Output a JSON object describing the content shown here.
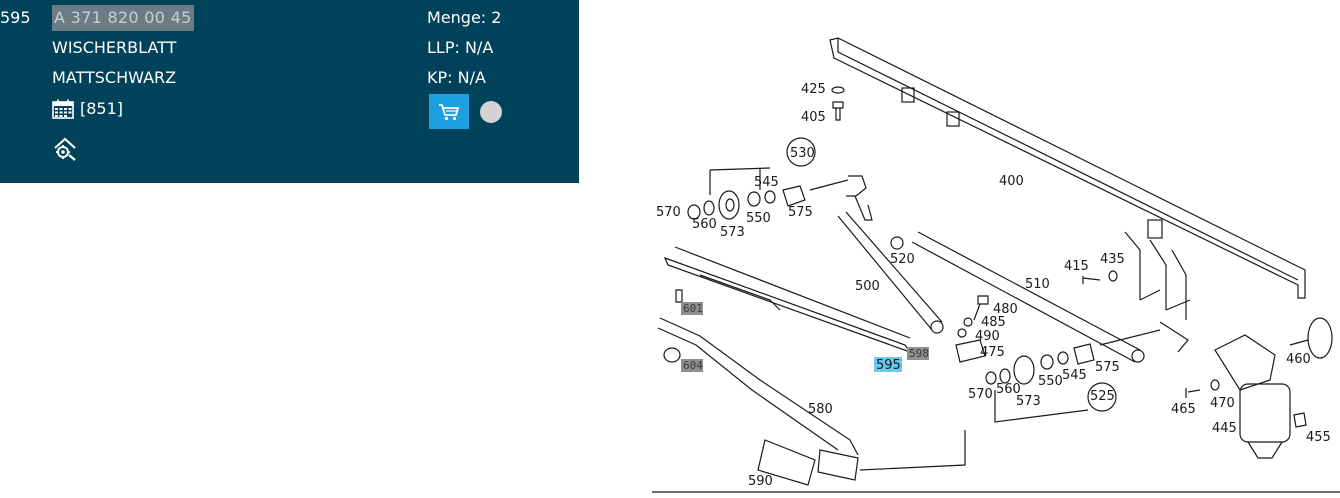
{
  "part": {
    "position": "595",
    "number": "A 371 820 00 45",
    "name": "WISCHERBLATT",
    "variant": "MATTSCHWARZ",
    "date_code": "[851]",
    "qty": "Menge: 2",
    "llp": "LLP: N/A",
    "kp": "KP: N/A"
  },
  "colors": {
    "panel": "#004259",
    "cart_button": "#1e9fe0",
    "highlight": "#69c8ef"
  },
  "icons": [
    "calendar-icon",
    "settings-gear-icon",
    "cart-icon",
    "status-dot-icon"
  ],
  "diagram": {
    "labels": {
      "l425": "425",
      "l405": "405",
      "l530": "530",
      "l545a": "545",
      "l400": "400",
      "l570a": "570",
      "l560a": "560",
      "l573a": "573",
      "l550a": "550",
      "l575a": "575",
      "l520": "520",
      "l500": "500",
      "l510": "510",
      "l415": "415",
      "l435": "435",
      "l480": "480",
      "l485": "485",
      "l490": "490",
      "l475": "475",
      "l575b": "575",
      "l460": "460",
      "l570b": "570",
      "l560b": "560",
      "l573b": "573",
      "l550b": "550",
      "l545b": "545",
      "l525": "525",
      "l465": "465",
      "l470": "470",
      "l445": "445",
      "l455": "455",
      "l580": "580",
      "l590": "590",
      "l595": "595"
    },
    "tags": {
      "t601": "601",
      "t604": "604",
      "t598": "598"
    }
  }
}
